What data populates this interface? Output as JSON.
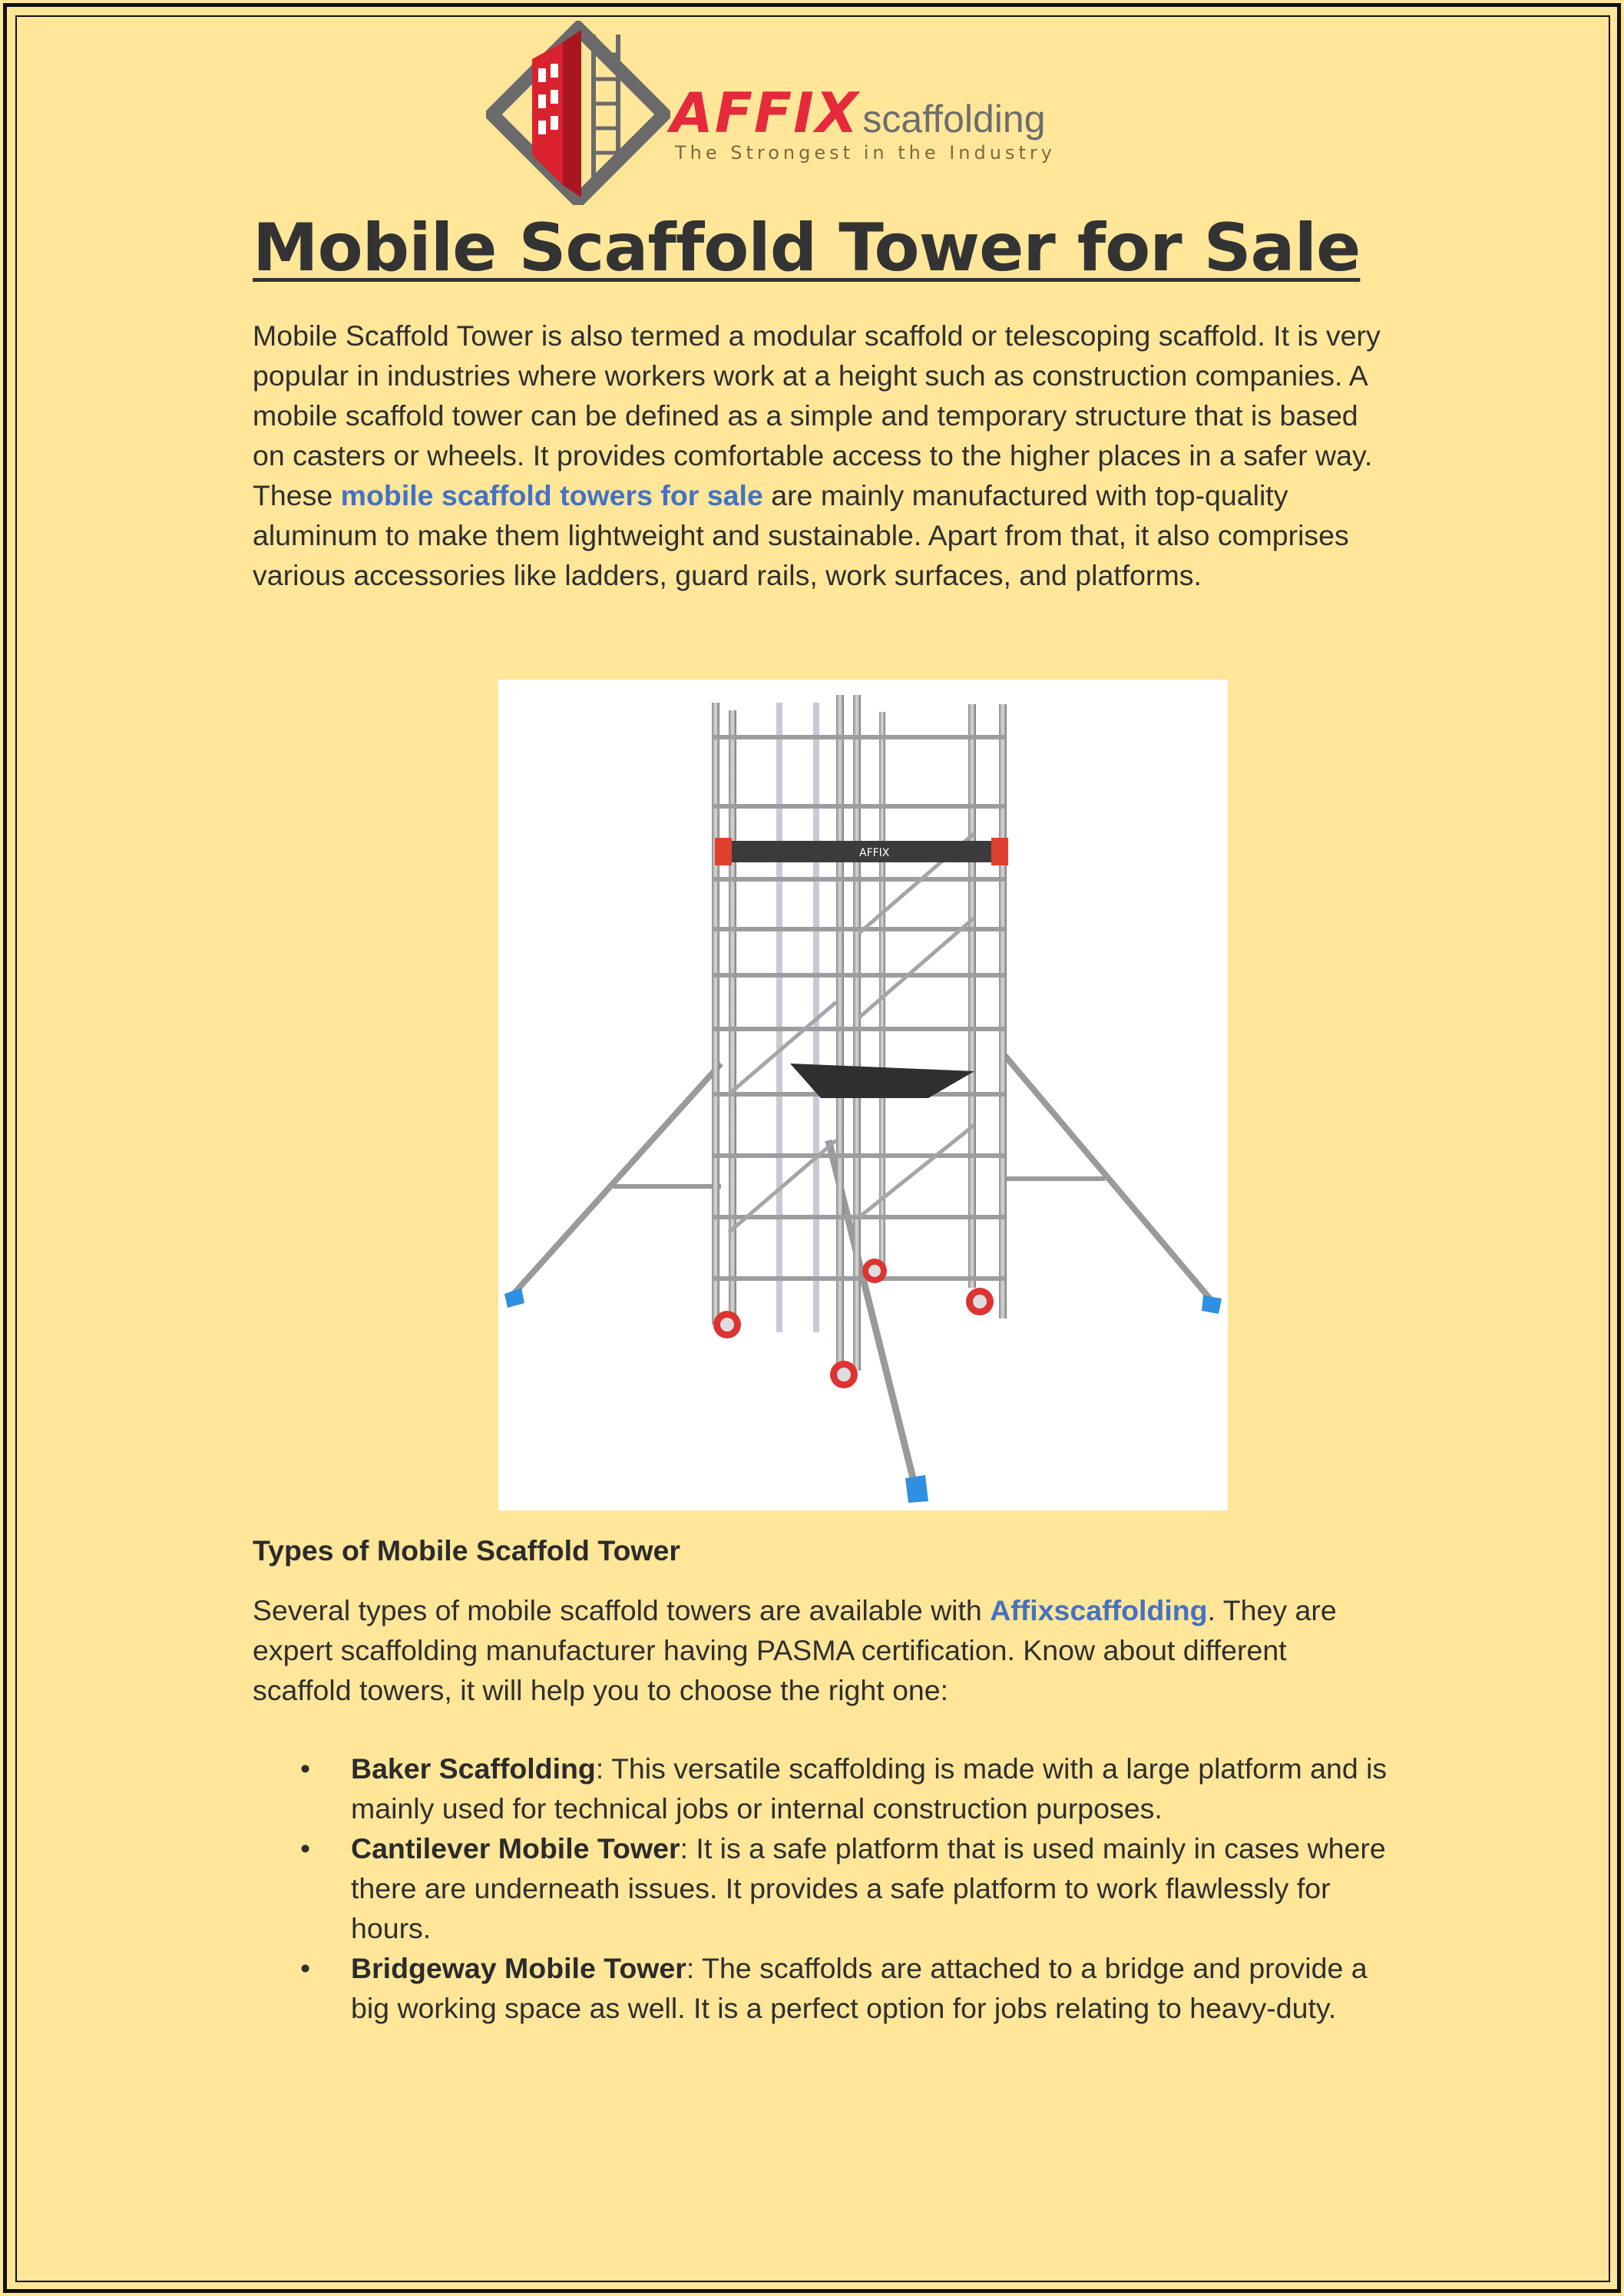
{
  "brand": {
    "name_part1": "AFFIX",
    "name_part2": "scaffolding",
    "tagline": "The Strongest in the Industry",
    "colors": {
      "red": "#e52a3b",
      "gray": "#6d6d6d",
      "background": "#ffe699",
      "link": "#4472c4"
    }
  },
  "title": "Mobile Scaffold Tower for Sale",
  "intro": {
    "before_link": "Mobile Scaffold Tower is also termed a modular scaffold or telescoping scaffold. It is very popular in industries where workers work at a height such as construction companies. A mobile scaffold tower can be defined as a simple and temporary structure that is based on casters or wheels. It provides comfortable access to the higher places in a safer way. These ",
    "link": "mobile scaffold towers for sale",
    "after_link": " are mainly manufactured with top-quality aluminum to make them lightweight and sustainable. Apart from that, it also comprises various accessories like ladders, guard rails, work surfaces, and platforms."
  },
  "photo": {
    "badge_text": "AFFIX"
  },
  "types_heading": "Types of Mobile Scaffold Tower",
  "types_intro": {
    "before_link": "Several types of mobile scaffold towers are available with ",
    "link": "Affixscaffolding",
    "after_link": ". They are expert scaffolding manufacturer having PASMA certification. Know about different scaffold towers, it will help you to choose the right one:"
  },
  "types_list": [
    {
      "bullet": "•",
      "name": "Baker Scaffolding",
      "text": ": This versatile scaffolding is made with a large platform and is mainly used for technical jobs or internal construction purposes."
    },
    {
      "bullet": "•",
      "name": "Cantilever Mobile Tower",
      "text": ": It is a safe platform that is used mainly in cases where there are underneath issues. It provides a safe platform to work flawlessly for hours."
    },
    {
      "bullet": "•",
      "name": "Bridgeway Mobile Tower",
      "text": ": The scaffolds are attached to a bridge and provide a big working space as well. It is a perfect option for jobs relating to heavy-duty."
    }
  ]
}
